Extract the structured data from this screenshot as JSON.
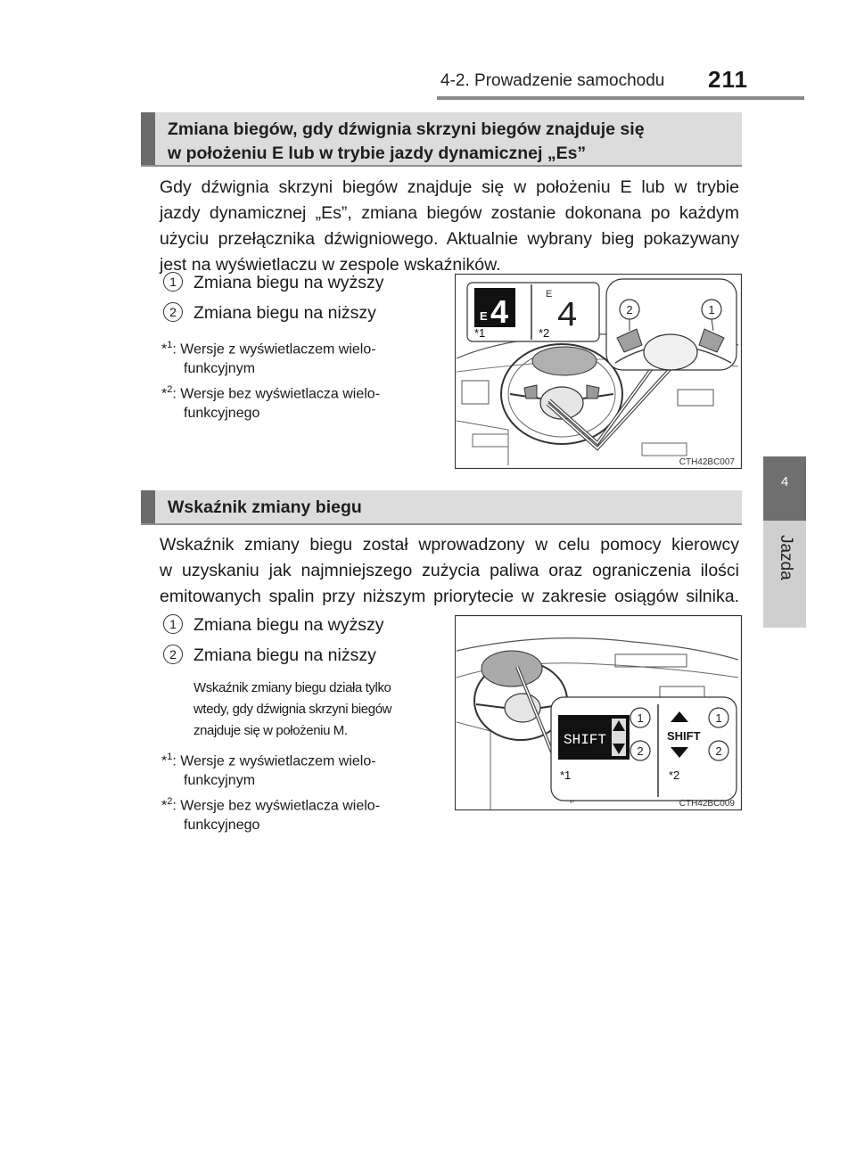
{
  "header": {
    "section": "4-2. Prowadzenie samochodu",
    "page_number": "211"
  },
  "side_tab": {
    "number": "4",
    "label": "Jazda"
  },
  "section1": {
    "title_lines": [
      "Zmiana biegów, gdy dźwignia skrzyni biegów znajduje się",
      "w położeniu E lub w trybie jazdy dynamicznej „Es”"
    ],
    "paragraph_lines": [
      "Gdy dźwignia skrzyni biegów znajduje się w położeniu E lub w trybie",
      "jazdy dynamicznej „Es”, zmiana biegów zostanie dokonana po każdym",
      "użyciu przełącznika dźwigniowego. Aktualnie wybrany bieg pokazywany",
      "jest na wyświetlaczu w zespole wskaźników."
    ],
    "items": [
      {
        "num": "1",
        "label": "Zmiana biegu na wyższy"
      },
      {
        "num": "2",
        "label": "Zmiana biegu na niższy"
      }
    ],
    "notes": [
      {
        "mark": "*",
        "sup": "1",
        "first": ": Wersje z wyświetlaczem wielo-",
        "cont": "funkcyjnym"
      },
      {
        "mark": "*",
        "sup": "2",
        "first": ": Wersje bez wyświetlacza wielo-",
        "cont": "funkcyjnego"
      }
    ],
    "figure": {
      "code": "CTH42BC007",
      "display1_letter": "E",
      "display1_gear": "4",
      "display2_letter": "E",
      "display2_gear": "4",
      "star1": "*1",
      "star2": "*2",
      "circle1": "1",
      "circle2": "2"
    }
  },
  "section2": {
    "title_lines": [
      "Wskaźnik zmiany biegu"
    ],
    "paragraph_lines": [
      "Wskaźnik zmiany biegu został wprowadzony w celu pomocy kierowcy",
      "w uzyskaniu jak najmniejszego zużycia paliwa oraz ograniczenia ilości",
      "emitowanych spalin przy niższym priorytecie w zakresie osiągów silnika."
    ],
    "items": [
      {
        "num": "1",
        "label": "Zmiana biegu na wyższy"
      },
      {
        "num": "2",
        "label": "Zmiana biegu na niższy"
      }
    ],
    "small_note_lines": [
      "Wskaźnik zmiany biegu działa tylko",
      "wtedy, gdy dźwignia skrzyni biegów",
      "znajduje się w położeniu M."
    ],
    "notes": [
      {
        "mark": "*",
        "sup": "1",
        "first": ": Wersje z wyświetlaczem wielo-",
        "cont": "funkcyjnym"
      },
      {
        "mark": "*",
        "sup": "2",
        "first": ": Wersje bez wyświetlacza wielo-",
        "cont": "funkcyjnego"
      }
    ],
    "figure": {
      "code": "CTH42BC009",
      "shift1": "SHIFT",
      "shift2": "SHIFT",
      "star1": "*1",
      "star2": "*2",
      "circle1a": "1",
      "circle2a": "2",
      "circle1b": "1",
      "circle2b": "2"
    }
  }
}
